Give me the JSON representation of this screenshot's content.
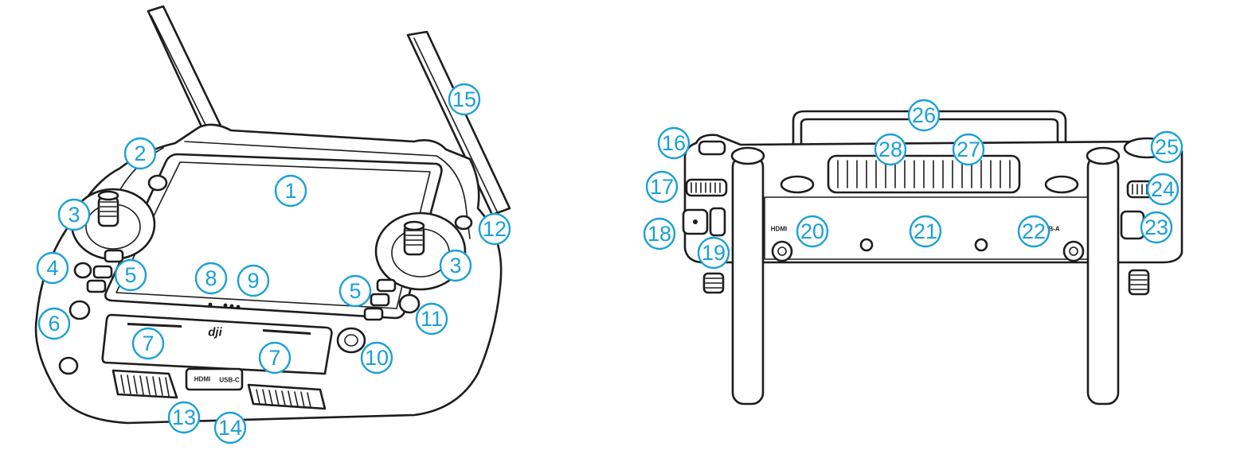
{
  "front_view": {
    "brand_logo": "dji",
    "port_labels": {
      "hdmi": "HDMI",
      "usb_c": "USB-C"
    }
  },
  "back_view": {
    "port_labels": {
      "hdmi": "HDMI",
      "usb_a": "USB-A"
    }
  },
  "callouts": [
    {
      "id": "c1",
      "label": "1"
    },
    {
      "id": "c2",
      "label": "2"
    },
    {
      "id": "c3a",
      "label": "3"
    },
    {
      "id": "c3b",
      "label": "3"
    },
    {
      "id": "c4",
      "label": "4"
    },
    {
      "id": "c5a",
      "label": "5"
    },
    {
      "id": "c5b",
      "label": "5"
    },
    {
      "id": "c6",
      "label": "6"
    },
    {
      "id": "c7a",
      "label": "7"
    },
    {
      "id": "c7b",
      "label": "7"
    },
    {
      "id": "c8",
      "label": "8"
    },
    {
      "id": "c9",
      "label": "9"
    },
    {
      "id": "c10",
      "label": "10"
    },
    {
      "id": "c11",
      "label": "11"
    },
    {
      "id": "c12",
      "label": "12"
    },
    {
      "id": "c13",
      "label": "13"
    },
    {
      "id": "c14",
      "label": "14"
    },
    {
      "id": "c15",
      "label": "15"
    },
    {
      "id": "c16",
      "label": "16"
    },
    {
      "id": "c17",
      "label": "17"
    },
    {
      "id": "c18",
      "label": "18"
    },
    {
      "id": "c19",
      "label": "19"
    },
    {
      "id": "c20",
      "label": "20"
    },
    {
      "id": "c21",
      "label": "21"
    },
    {
      "id": "c22",
      "label": "22"
    },
    {
      "id": "c23",
      "label": "23"
    },
    {
      "id": "c24",
      "label": "24"
    },
    {
      "id": "c25",
      "label": "25"
    },
    {
      "id": "c26",
      "label": "26"
    },
    {
      "id": "c27",
      "label": "27"
    },
    {
      "id": "c28",
      "label": "28"
    }
  ],
  "colors": {
    "callout": "#1aa0d6",
    "outline": "#1d1d1d",
    "background": "#ffffff"
  }
}
